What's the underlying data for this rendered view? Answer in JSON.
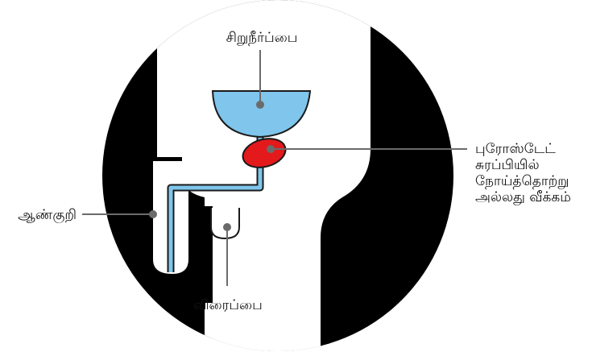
{
  "labels": {
    "bladder": "சிறுநீர்ப்பை",
    "prostate": [
      "புரோஸ்டேட்",
      "சுரப்பியில்",
      "நோய்த்தொற்று",
      "அல்லது வீக்கம்"
    ],
    "penis": "ஆண்குறி",
    "testicles": "விரைப்பை"
  },
  "colors": {
    "background": "#ffffff",
    "circle": "#000000",
    "body": "#ffffff",
    "bladder_fill": "#7fc5ec",
    "prostate_fill": "#e3191c",
    "urethra": "#7fc5ec",
    "outline": "#1a1a1a",
    "leader": "#6b6b6b"
  },
  "icons": {
    "bladder": "bladder-icon",
    "prostate": "prostate-icon",
    "urethra": "urethra-icon",
    "penis": "penis-icon",
    "testicles": "testicles-icon"
  }
}
